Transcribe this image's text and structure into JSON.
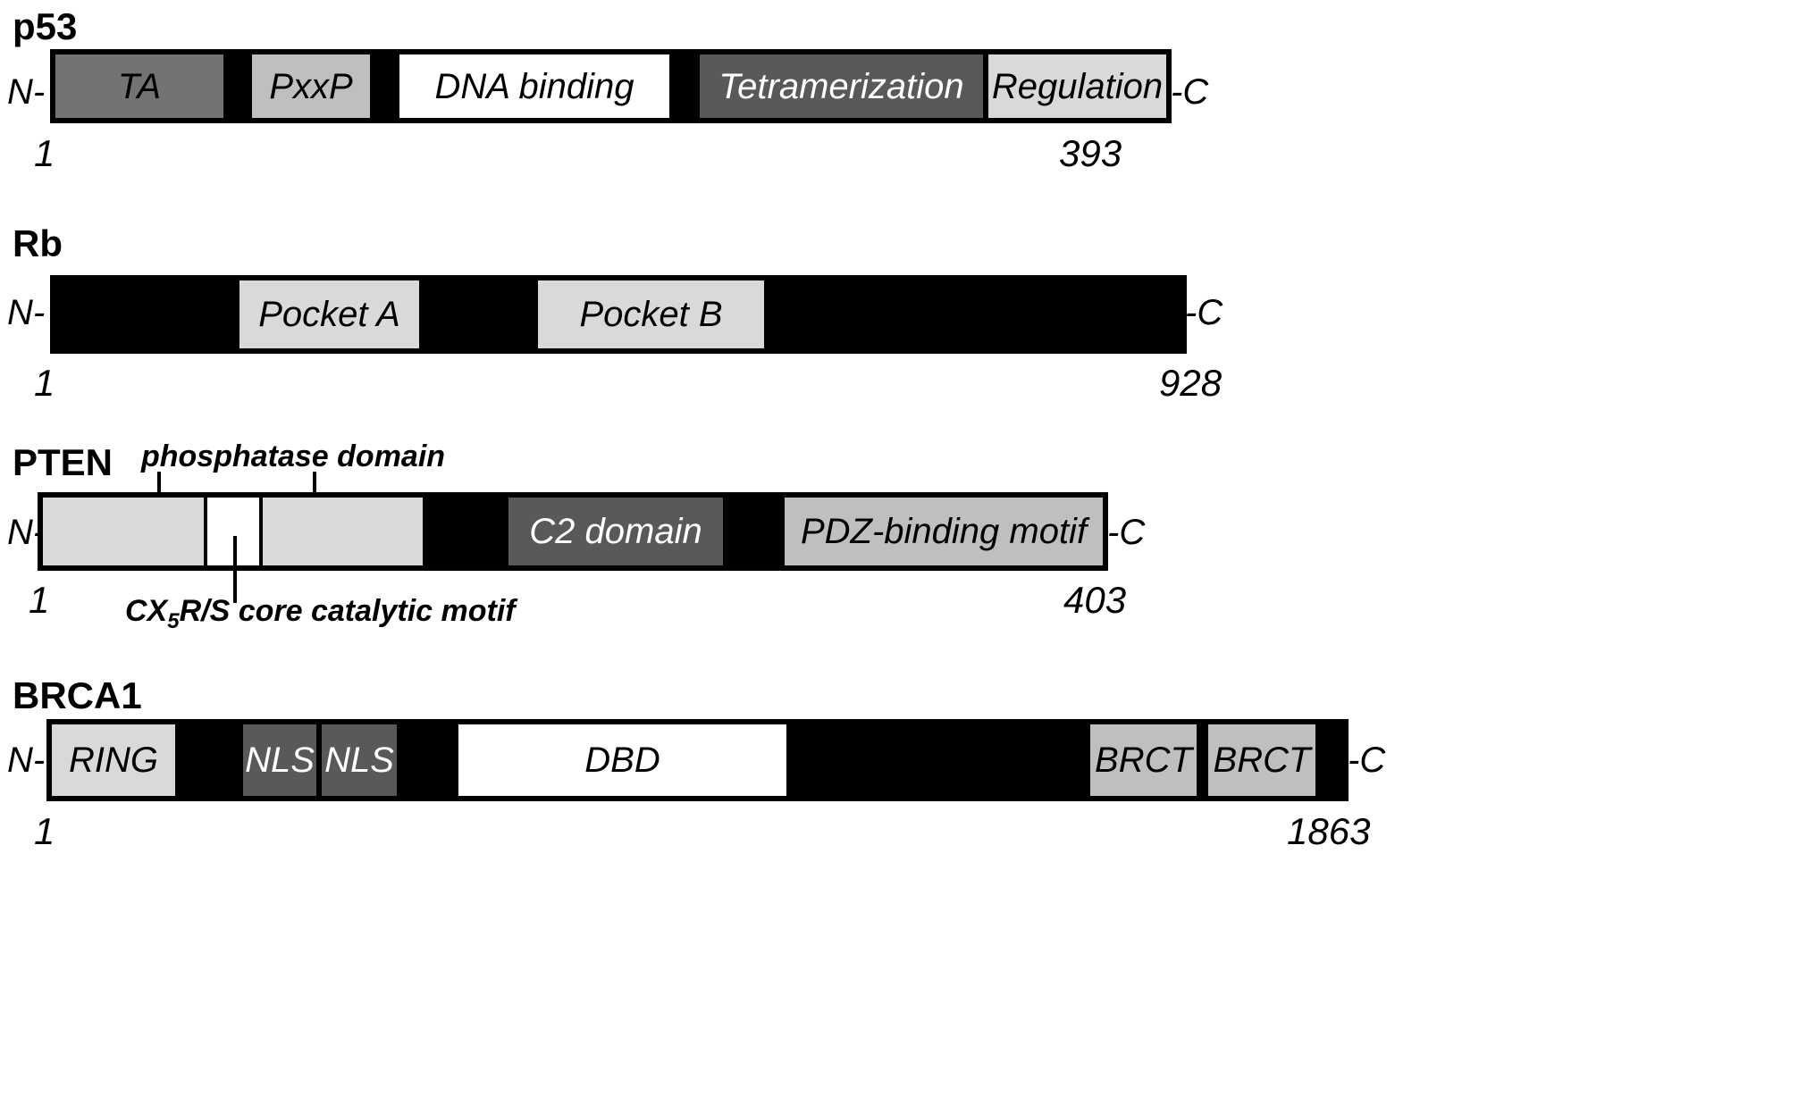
{
  "figure": {
    "type": "protein-domain-diagram",
    "description": "Linear domain architecture schematics of four tumour suppressor proteins"
  },
  "palette": {
    "backbone": "#000000",
    "dark_gray": "#737373",
    "mid_dark_gray": "#595959",
    "light_gray": "#d9d9d9",
    "mid_light_gray": "#bfbfbf",
    "white": "#ffffff",
    "text_dark": "#000000",
    "text_light": "#ffffff"
  },
  "proteins": [
    {
      "name": "p53",
      "n_terminus": "N-",
      "c_terminus": "-C",
      "start_residue": "1",
      "end_residue": "393",
      "domains": [
        {
          "label": "TA",
          "fill": "#737373",
          "text_color": "#000000"
        },
        {
          "label": "PxxP",
          "fill": "#bfbfbf",
          "text_color": "#000000"
        },
        {
          "label": "DNA binding",
          "fill": "#ffffff",
          "text_color": "#000000"
        },
        {
          "label": "Tetramerization",
          "fill": "#595959",
          "text_color": "#ffffff"
        },
        {
          "label": "Regulation",
          "fill": "#d9d9d9",
          "text_color": "#000000"
        }
      ]
    },
    {
      "name": "Rb",
      "n_terminus": "N-",
      "c_terminus": "-C",
      "start_residue": "1",
      "end_residue": "928",
      "domains": [
        {
          "label": "Pocket A",
          "fill": "#d9d9d9",
          "text_color": "#000000"
        },
        {
          "label": "Pocket B",
          "fill": "#d9d9d9",
          "text_color": "#000000"
        }
      ]
    },
    {
      "name": "PTEN",
      "n_terminus": "N-",
      "c_terminus": "-C",
      "start_residue": "1",
      "end_residue": "403",
      "domains": [
        {
          "label": "",
          "fill": "#d9d9d9",
          "text_color": "#000000"
        },
        {
          "label": "",
          "fill": "#ffffff",
          "text_color": "#000000"
        },
        {
          "label": "",
          "fill": "#d9d9d9",
          "text_color": "#000000"
        },
        {
          "label": "C2 domain",
          "fill": "#595959",
          "text_color": "#ffffff"
        },
        {
          "label": "PDZ-binding motif",
          "fill": "#bfbfbf",
          "text_color": "#000000"
        }
      ],
      "annotations": [
        {
          "text": "phosphatase domain",
          "position": "above"
        },
        {
          "text_prefix": "CX",
          "text_sub": "5",
          "text_suffix": "R/S core catalytic motif",
          "position": "below"
        }
      ]
    },
    {
      "name": "BRCA1",
      "n_terminus": "N-",
      "c_terminus": "-C",
      "start_residue": "1",
      "end_residue": "1863",
      "domains": [
        {
          "label": "RING",
          "fill": "#d9d9d9",
          "text_color": "#000000"
        },
        {
          "label": "NLS",
          "fill": "#595959",
          "text_color": "#ffffff"
        },
        {
          "label": "NLS",
          "fill": "#595959",
          "text_color": "#ffffff"
        },
        {
          "label": "DBD",
          "fill": "#ffffff",
          "text_color": "#000000"
        },
        {
          "label": "BRCT",
          "fill": "#bfbfbf",
          "text_color": "#000000"
        },
        {
          "label": "BRCT",
          "fill": "#bfbfbf",
          "text_color": "#000000"
        }
      ]
    }
  ]
}
